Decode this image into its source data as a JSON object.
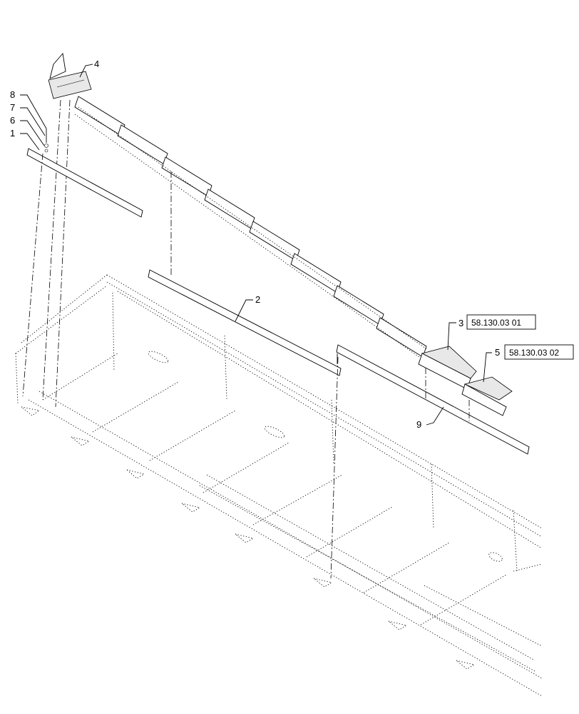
{
  "callouts": [
    {
      "id": "c1",
      "label": "1"
    },
    {
      "id": "c2",
      "label": "2"
    },
    {
      "id": "c3",
      "label": "3",
      "ref": "58.130.03 01"
    },
    {
      "id": "c4",
      "label": "4"
    },
    {
      "id": "c5",
      "label": "5",
      "ref": "58.130.03 02"
    },
    {
      "id": "c6",
      "label": "6"
    },
    {
      "id": "c7",
      "label": "7"
    },
    {
      "id": "c8",
      "label": "8"
    },
    {
      "id": "c9",
      "label": "9"
    }
  ],
  "colors": {
    "line": "#000000",
    "shade": "#e8e8e8",
    "background": "#ffffff"
  }
}
